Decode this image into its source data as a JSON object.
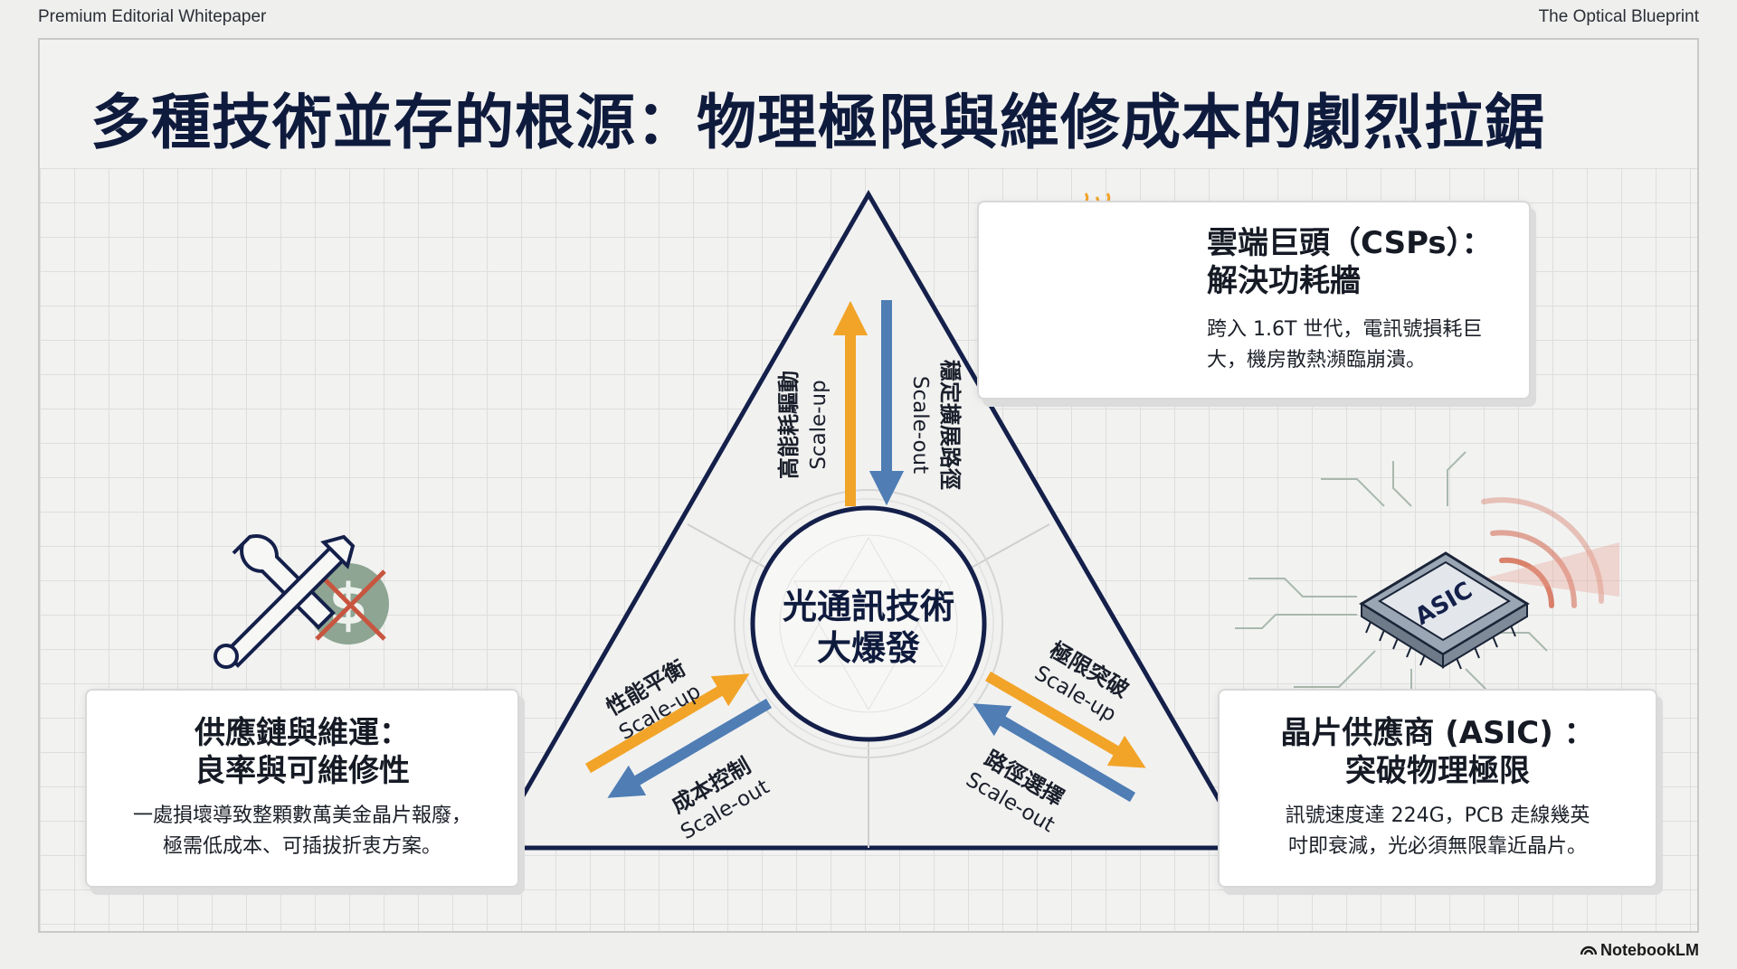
{
  "header": {
    "left": "Premium Editorial Whitepaper",
    "right": "The Optical Blueprint"
  },
  "title": "多種技術並存的根源：物理極限與維修成本的劇烈拉鋸",
  "center": "光通訊技術\n大爆發",
  "arrows": {
    "top_up_zh": "高能耗驅動",
    "top_up_en": "Scale-up",
    "top_down_zh": "穩定擴展路徑",
    "top_down_en": "Scale-out",
    "left_up_zh": "性能平衡",
    "left_up_en": "Scale-up",
    "left_down_zh": "成本控制",
    "left_down_en": "Scale-out",
    "right_up_zh": "極限突破",
    "right_up_en": "Scale-up",
    "right_down_zh": "路徑選擇",
    "right_down_en": "Scale-out"
  },
  "cards": {
    "csp": {
      "title": "雲端巨頭（CSPs）：\n解決功耗牆",
      "text": "跨入 1.6T 世代，電訊號損耗巨\n大，機房散熱瀕臨崩潰。"
    },
    "supply": {
      "title": "供應鏈與維運：\n良率與可維修性",
      "text": "一處損壞導致整顆數萬美金晶片報廢，\n極需低成本、可插拔折衷方案。"
    },
    "asic": {
      "title": "晶片供應商 (ASIC) ：\n突破物理極限",
      "text": "訊號速度達 224G，PCB 走線幾英\n吋即衰減，光必須無限靠近晶片。",
      "chip_label": "ASIC"
    }
  },
  "brand": "NotebookLM",
  "colors": {
    "navy": "#14204a",
    "orange": "#f2a428",
    "blue": "#4f7db4",
    "red": "#c8553f",
    "green": "#7f9a84"
  },
  "icons": [
    "server-stack-icon",
    "wrench-screwdriver-icon",
    "no-cost-icon",
    "asic-chip-icon",
    "signal-waves-icon",
    "notebooklm-logo-icon"
  ]
}
